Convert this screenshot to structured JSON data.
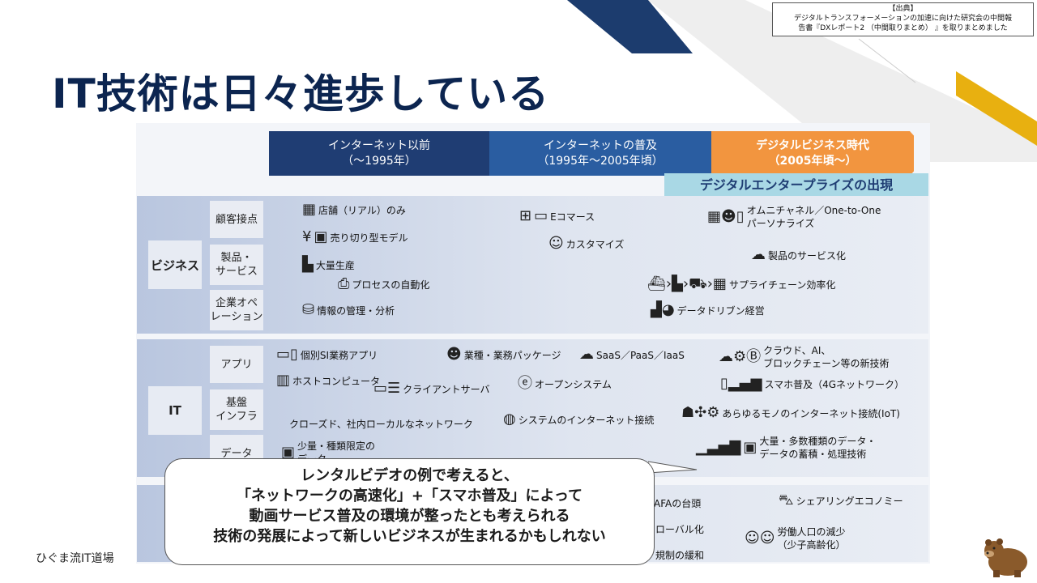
{
  "title": "IT技術は日々進歩している",
  "source": {
    "lines": [
      "【出典】",
      "デジタルトランスフォーメーションの加速に向けた研究会の中間報",
      "告書『DXレポート2 （中間取りまとめ） 』を取りまとめました"
    ]
  },
  "footer": "ひぐま流IT道場",
  "eras": [
    {
      "line1": "インターネット以前",
      "line2": "（〜1995年）"
    },
    {
      "line1": "インターネットの普及",
      "line2": "（1995年〜2005年頃）"
    },
    {
      "line1": "デジタルビジネス時代",
      "line2": "（2005年頃〜）"
    }
  ],
  "dx_banner": "デジタルエンタープライズの出現",
  "sections": {
    "business": {
      "label": "ビジネス",
      "subs": [
        "顧客接点",
        "製品・\nサービス",
        "企業オペ\nレーション"
      ]
    },
    "it": {
      "label": "IT",
      "subs": [
        "アプリ",
        "基盤\nインフラ",
        "データ"
      ]
    }
  },
  "business_items": [
    "店舗（リアル）のみ",
    "売り切り型モデル",
    "大量生産",
    "プロセスの自動化",
    "情報の管理・分析",
    "Eコマース",
    "カスタマイズ",
    "オムニチャネル／One-to-One\nパーソナライズ",
    "製品のサービス化",
    "サプライチェーン効率化",
    "データドリブン経営"
  ],
  "it_items": [
    "個別SI業務アプリ",
    "ホストコンピュータ",
    "クライアントサーバ",
    "クローズド、社内ローカルなネットワーク",
    "少量・種類限定の\nデータ",
    "業種・業務パッケージ",
    "SaaS／PaaS／IaaS",
    "オープンシステム",
    "システムのインターネット接続",
    "クラウド、AI、\nブロックチェーン等の新技術",
    "スマホ普及（4Gネットワーク）",
    "あらゆるモノのインターネット接続(IoT)",
    "大量・多数種類のデータ・\nデータの蓄積・処理技術"
  ],
  "society_items": [
    "AFAの台頭",
    "ローバル化",
    "規制の緩和",
    "シェアリングエコノミー",
    "労働人口の減少\n（少子高齢化）"
  ],
  "callout": {
    "lines": [
      "レンタルビデオの例で考えると、",
      "「ネットワークの高速化」+「スマホ普及」によって",
      "動画サービス普及の環境が整ったとも考えられる",
      "技術の発展によって新しいビジネスが生まれるかもしれない"
    ]
  },
  "colors": {
    "navy": "#0c2550",
    "blue": "#2a5da1",
    "orange": "#f2953f",
    "gold": "#e8b010",
    "light_blue": "#a9d8e5"
  }
}
